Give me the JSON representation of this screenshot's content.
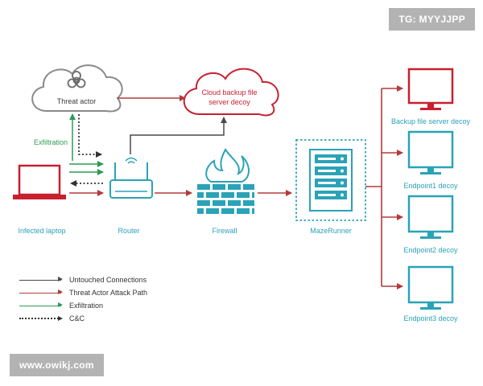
{
  "watermarks": {
    "top_right": "TG: MYYJJPP",
    "bottom_left": "www.owikj.com"
  },
  "nodes": {
    "threat_actor": "Threat actor",
    "cloud_decoy_line1": "Cloud backup file",
    "cloud_decoy_line2": "server decoy",
    "infected_laptop": "Infected laptop",
    "router": "Router",
    "firewall": "Firewall",
    "mazerunner": "MazeRunner",
    "backup_decoy": "Backup file server decoy",
    "endpoint1": "Endpoint1 decoy",
    "endpoint2": "Endpoint2 decoy",
    "endpoint3": "Endpoint3 decoy"
  },
  "edge_labels": {
    "exfiltration": "Exfiltration"
  },
  "legend": [
    {
      "label": "Untouched Connections",
      "style": "grey"
    },
    {
      "label": "Threat Actor Attack Path",
      "style": "red"
    },
    {
      "label": "Exfiltration",
      "style": "green"
    },
    {
      "label": "C&C",
      "style": "dot"
    }
  ],
  "colors": {
    "teal": "#2aa3b8",
    "red": "#c8202f",
    "green": "#2e9a55",
    "grey": "#4a4a4a"
  }
}
